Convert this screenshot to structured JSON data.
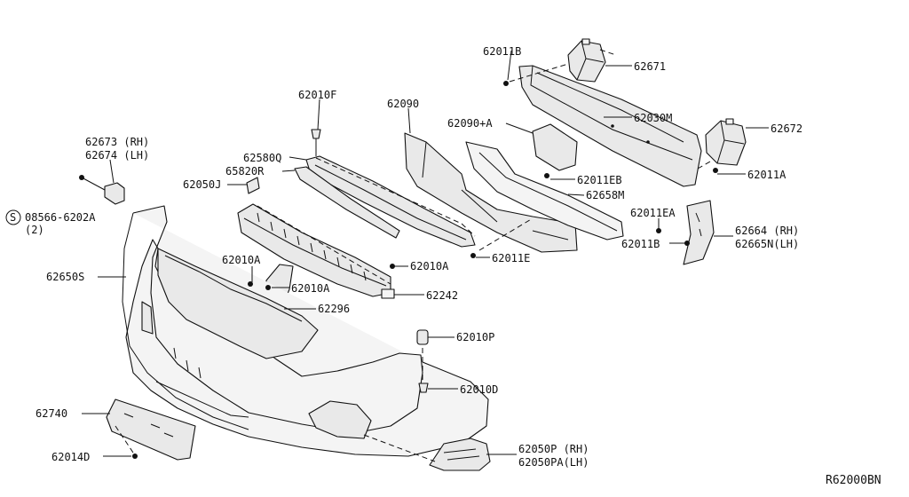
{
  "diagram_id": "R62000BN",
  "labels": {
    "l62011B_top": "62011B",
    "l62671": "62671",
    "l62010F": "62010F",
    "l62090": "62090",
    "l62030M": "62030M",
    "l62672": "62672",
    "l62090A": "62090+A",
    "l62673": "62673 (RH)",
    "l62674": "62674 (LH)",
    "l62580Q": "62580Q",
    "l65820R": "65820R",
    "l62050J": "62050J",
    "l62011A": "62011A",
    "l62011EB": "62011EB",
    "l62658M": "62658M",
    "l08566": "08566-6202A",
    "l08566_qty": "(2)",
    "l08566_prefix": "S",
    "l62011EA": "62011EA",
    "l62664": "62664 (RH)",
    "l62665N": "62665N(LH)",
    "l62011B_mid": "62011B",
    "l62011E": "62011E",
    "l62010A_1": "62010A",
    "l62010A_2": "62010A",
    "l62650S": "62650S",
    "l62010A_3": "62010A",
    "l62242": "62242",
    "l62296": "62296",
    "l62010P": "62010P",
    "l62010D": "62010D",
    "l62740": "62740",
    "l62050P": "62050P (RH)",
    "l62050PA": "62050PA(LH)",
    "l62014D": "62014D"
  }
}
